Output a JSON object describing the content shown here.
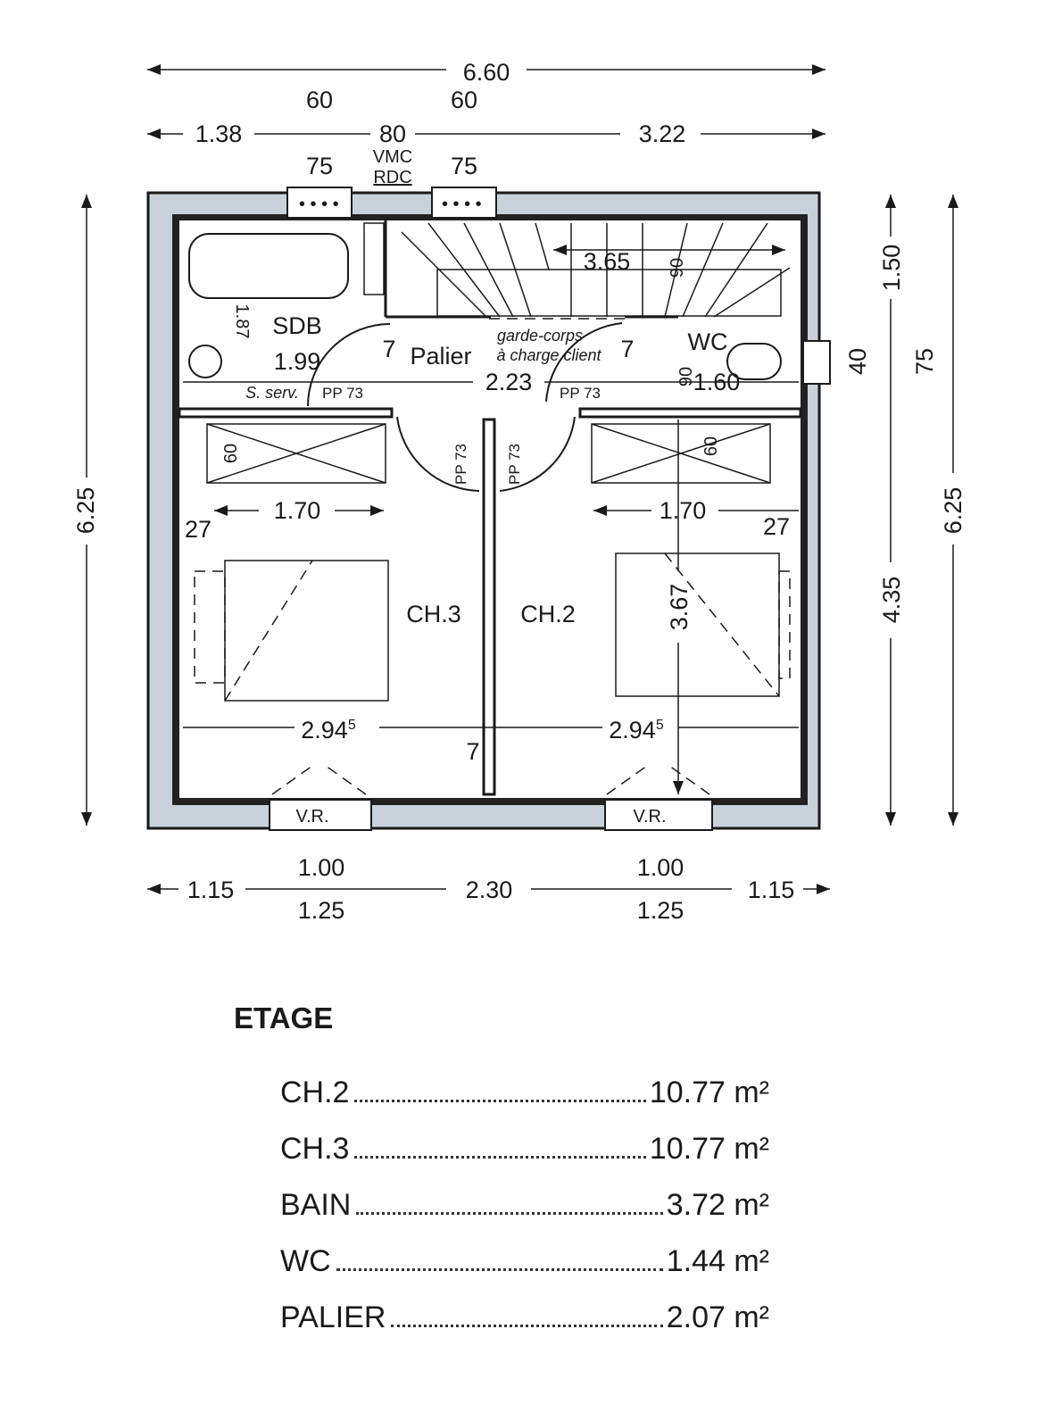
{
  "plan": {
    "top_dims": {
      "total": "6.60",
      "w1": "60",
      "w2": "60",
      "seg1": "1.38",
      "seg2": "80",
      "seg3": "3.22",
      "win1": "75",
      "vmc": "VMC",
      "rdc": "RDC",
      "win2": "75"
    },
    "left_dims": {
      "total": "6.25"
    },
    "right_dims": {
      "d1": "1.50",
      "d2": "40",
      "d3": "75",
      "d4": "4.35",
      "total": "6.25"
    },
    "interior": {
      "stair_len": "3.65",
      "stair_w": "90",
      "sdb": "SDB",
      "sdb_dim": "1.99",
      "sdb_h": "1.87",
      "seven_a": "7",
      "palier": "Palier",
      "garde1": "garde-corps",
      "garde2": "à charge client",
      "seven_b": "7",
      "wc": "WC",
      "palier_dim": "2.23",
      "wc_dim": "1.60",
      "wc_h": "90",
      "sserv": "S. serv.",
      "pp1": "PP 73",
      "pp2": "PP 73",
      "pp3": "PP 73",
      "pp4": "PP 73",
      "closet_l": "60",
      "closet_r": "60",
      "ch3_w": "1.70",
      "ch3_27": "27",
      "ch2_w": "1.70",
      "ch2_27": "27",
      "ch3": "CH.3",
      "ch2": "CH.2",
      "ch2_h": "3.67",
      "ch3_len": "2.94",
      "ch3_sup": "5",
      "ch2_len": "2.94",
      "ch2_sup": "5",
      "seven_c": "7",
      "vr1": "V.R.",
      "vr2": "V.R."
    },
    "bottom_dims": {
      "s1": "1.15",
      "w1_top": "1.00",
      "w1_bot": "1.25",
      "mid": "2.30",
      "w2_top": "1.00",
      "w2_bot": "1.25",
      "s2": "1.15"
    }
  },
  "areas": {
    "title": "ETAGE",
    "rows": [
      {
        "label": "CH.2",
        "value": "10.77 m²"
      },
      {
        "label": "CH.3",
        "value": "10.77 m²"
      },
      {
        "label": "BAIN",
        "value": "3.72 m²"
      },
      {
        "label": "WC",
        "value": "1.44 m²"
      },
      {
        "label": "PALIER",
        "value": "2.07 m²"
      }
    ]
  },
  "colors": {
    "wall": "#c9d2da",
    "ink": "#1a1a1a"
  }
}
